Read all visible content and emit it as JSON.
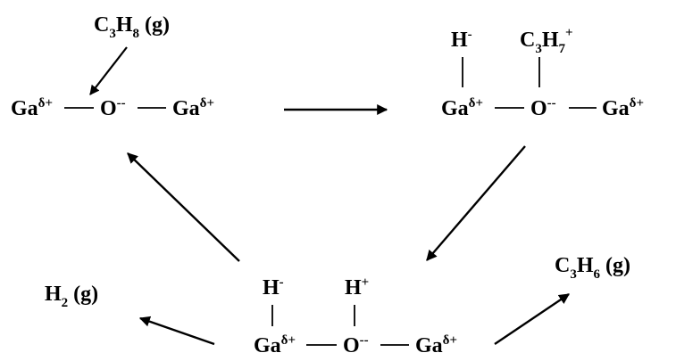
{
  "reactant_gas": {
    "main": "C",
    "sub": "3",
    "main2": "H",
    "sub2": "8",
    "tail": " (g)"
  },
  "site": {
    "ga": "Ga",
    "ga_charge": "δ+",
    "o": "O",
    "o_charge": "--",
    "bond": "—"
  },
  "hydride": {
    "main": "H",
    "charge": "-"
  },
  "proton": {
    "main": "H",
    "charge": "+"
  },
  "carbocation": {
    "main": "C",
    "sub": "3",
    "main2": "H",
    "sub2": "7",
    "charge": "+"
  },
  "h2_product": {
    "main": "H",
    "sub": "2",
    "tail": " (g)"
  },
  "propene_product": {
    "main": "C",
    "sub": "3",
    "main2": "H",
    "sub2": "6",
    "tail": " (g)"
  }
}
